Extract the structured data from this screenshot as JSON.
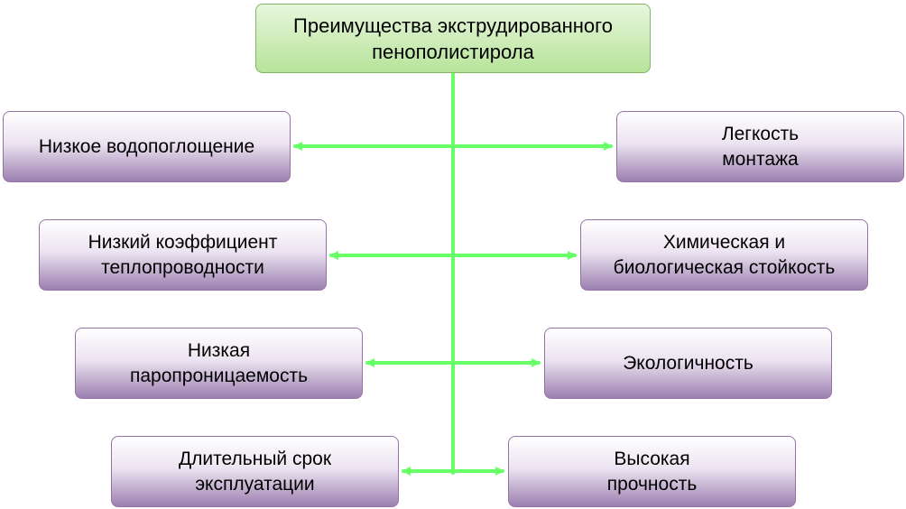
{
  "colors": {
    "connector": "#66ff66",
    "root_fill_top": "#e7f6dc",
    "root_fill_bottom": "#b7e49a",
    "root_border": "#82b366",
    "leaf_fill_top": "#ffffff",
    "leaf_fill_bottom": "#9c7fb0",
    "leaf_border": "#9673a6"
  },
  "root": {
    "label": "Преимущества экструдированного\nпенополистирола"
  },
  "left_items": [
    {
      "label": "Низкое водопоглощение"
    },
    {
      "label": "Низкий коэффициент\nтеплопроводности"
    },
    {
      "label": "Низкая\nпаропроницаемость"
    },
    {
      "label": "Длительный срок\nэксплуатации"
    }
  ],
  "right_items": [
    {
      "label": "Легкость\nмонтажа"
    },
    {
      "label": "Химическая и\nбиологическая стойкость"
    },
    {
      "label": "Экологичность"
    },
    {
      "label": "Высокая\nпрочность"
    }
  ]
}
